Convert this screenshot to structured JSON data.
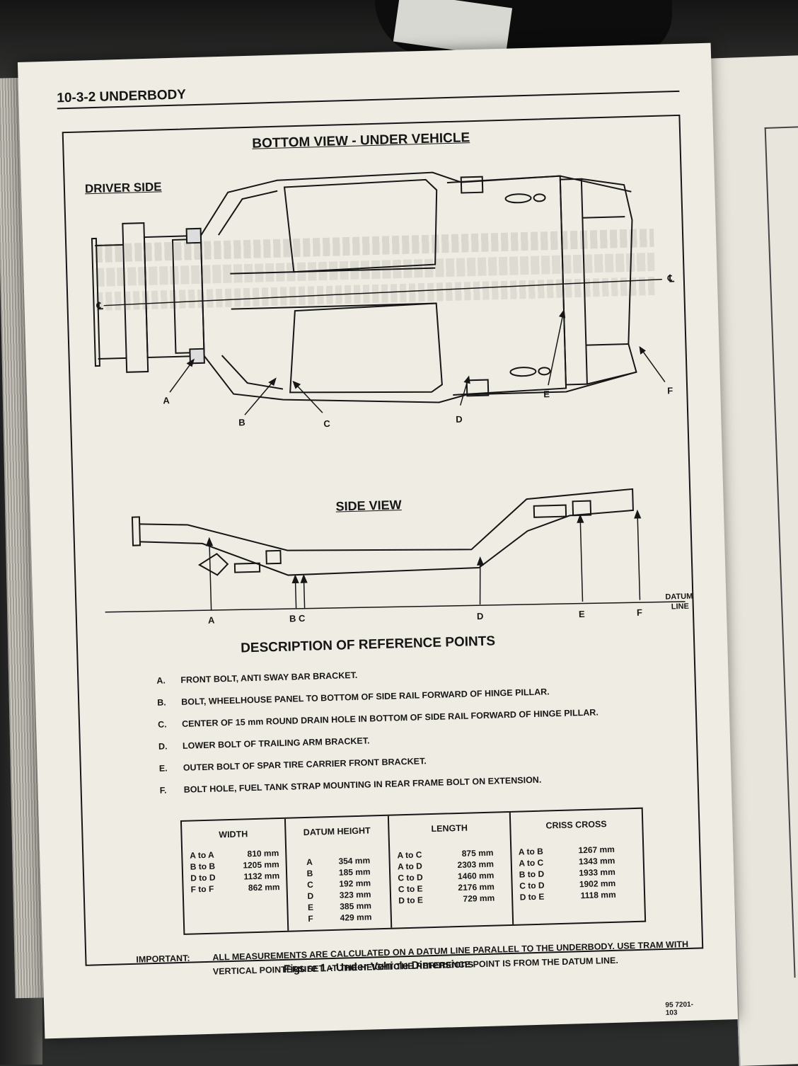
{
  "header": "10-3-2 UNDERBODY",
  "figure": {
    "title": "BOTTOM VIEW - UNDER VEHICLE",
    "driver_side": "DRIVER SIDE",
    "side_view": "SIDE VIEW",
    "centerline": "℄",
    "datum_label": "DATUM",
    "datum_label_2": "LINE",
    "bottom_points": [
      "A",
      "B",
      "C",
      "D",
      "E",
      "F"
    ],
    "side_points": [
      "A",
      "B C",
      "D",
      "E",
      "F"
    ]
  },
  "description": {
    "title": "DESCRIPTION OF REFERENCE POINTS",
    "items": [
      {
        "letter": "A.",
        "text": "FRONT BOLT, ANTI SWAY BAR BRACKET."
      },
      {
        "letter": "B.",
        "text": "BOLT, WHEELHOUSE PANEL TO BOTTOM OF SIDE RAIL FORWARD OF HINGE PILLAR."
      },
      {
        "letter": "C.",
        "text": "CENTER OF 15 mm ROUND DRAIN HOLE IN BOTTOM OF SIDE RAIL FORWARD OF HINGE PILLAR."
      },
      {
        "letter": "D.",
        "text": "LOWER BOLT OF TRAILING ARM BRACKET."
      },
      {
        "letter": "E.",
        "text": "OUTER BOLT OF SPAR TIRE CARRIER FRONT BRACKET."
      },
      {
        "letter": "F.",
        "text": "BOLT HOLE, FUEL TANK STRAP MOUNTING IN REAR FRAME BOLT ON EXTENSION."
      }
    ]
  },
  "measurements": {
    "width": {
      "header": "WIDTH",
      "rows": [
        [
          "A to A",
          "810 mm"
        ],
        [
          "B to B",
          "1205 mm"
        ],
        [
          "D to D",
          "1132 mm"
        ],
        [
          "F to F",
          "862 mm"
        ]
      ]
    },
    "datum_height": {
      "header": "DATUM HEIGHT",
      "rows": [
        [
          "A",
          "354 mm"
        ],
        [
          "B",
          "185 mm"
        ],
        [
          "C",
          "192 mm"
        ],
        [
          "D",
          "323 mm"
        ],
        [
          "E",
          "385 mm"
        ],
        [
          "F",
          "429 mm"
        ]
      ]
    },
    "length": {
      "header": "LENGTH",
      "rows": [
        [
          "A to C",
          "875 mm"
        ],
        [
          "A to D",
          "2303 mm"
        ],
        [
          "C to D",
          "1460 mm"
        ],
        [
          "C to E",
          "2176 mm"
        ],
        [
          "D to E",
          "729 mm"
        ]
      ]
    },
    "criss_cross": {
      "header": "CRISS CROSS",
      "rows": [
        [
          "A to B",
          "1267 mm"
        ],
        [
          "A to C",
          "1343 mm"
        ],
        [
          "B to D",
          "1933 mm"
        ],
        [
          "C to D",
          "1902 mm"
        ],
        [
          "D to E",
          "1118 mm"
        ]
      ]
    }
  },
  "important": {
    "label": "IMPORTANT:",
    "text": "ALL MEASUREMENTS ARE CALCULATED ON A DATUM LINE PARALLEL TO THE UNDERBODY. USE TRAM WITH VERTICAL POINTERS SET AT THE HEIGHT THE REFERENCE POINT IS FROM THE DATUM LINE."
  },
  "code": "95 7201-103",
  "caption": "Figure 1 - Under Vehicle Dimensions"
}
